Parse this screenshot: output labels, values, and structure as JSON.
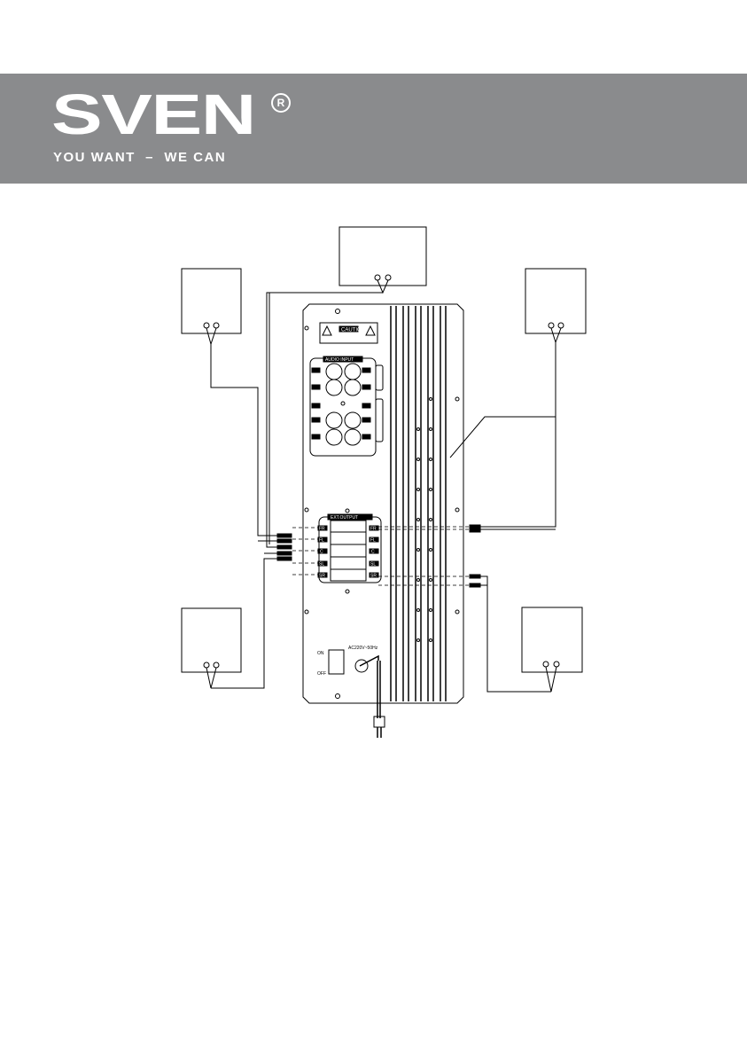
{
  "header": {
    "brand": "SVEN",
    "registered": "R",
    "tagline": "YOU WANT  –  WE CAN"
  },
  "panel": {
    "caution_title": "CAUTION",
    "audio_input_label": "AUDIO INPUT",
    "ext_output_label": "EXT.OUTPUT",
    "power_label": "AC220V~50Hz",
    "switch_on": "ON",
    "switch_off": "OFF",
    "output_channels_left": [
      "FR",
      "FL",
      "C",
      "SL",
      "SR"
    ],
    "output_channels_right": [
      "FR",
      "FL",
      "C",
      "SL",
      "SR"
    ]
  },
  "colors": {
    "banner": "#8a8b8d",
    "line": "#000000",
    "background": "#ffffff"
  }
}
